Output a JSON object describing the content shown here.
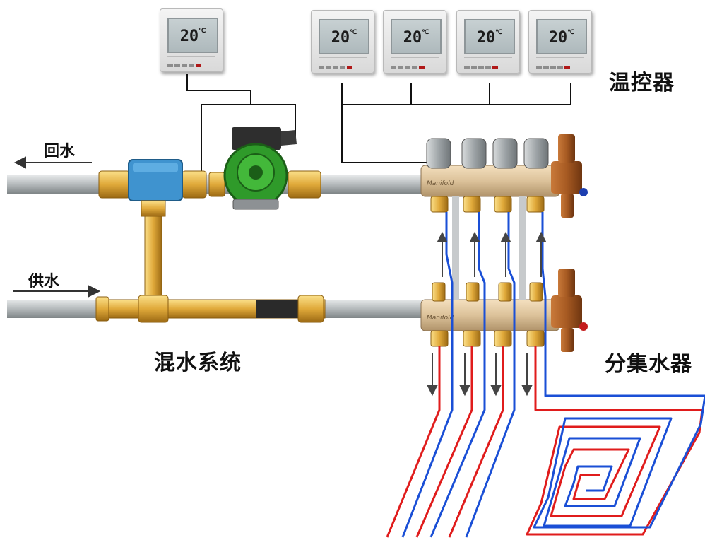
{
  "labels": {
    "return_water": "回水",
    "supply_water": "供水",
    "mixing_system": "混水系统",
    "thermostats": "温控器",
    "manifold": "分集水器"
  },
  "thermostat_reading": "20",
  "thermostat_unit": "℃",
  "colors": {
    "pipe_gray": "#b7bcbe",
    "brass": "#e0b24a",
    "pump_green": "#2f9a2a",
    "valve_blue": "#3a8fcf",
    "hot_line": "#e01c1c",
    "cold_line": "#1a4fd6"
  }
}
